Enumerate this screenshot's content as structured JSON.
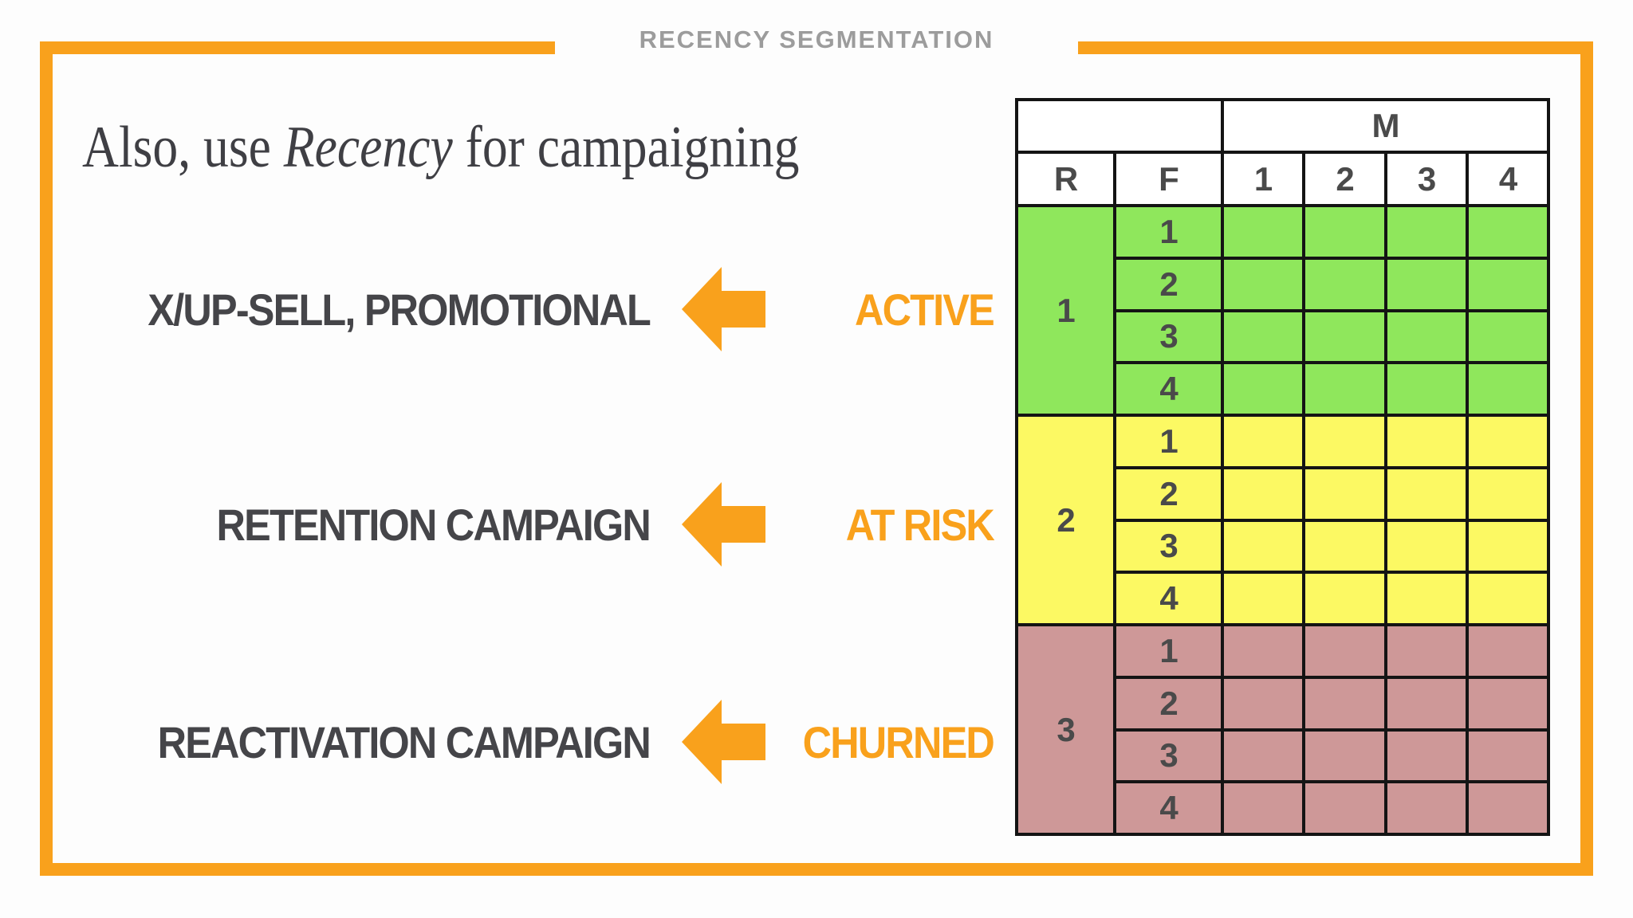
{
  "colors": {
    "orange": "#F9A11C",
    "title_gray": "#9C9C9C",
    "dark_text": "#454549",
    "table_border": "#141414",
    "table_text": "#4A4A4A",
    "green": "#8FE75C",
    "yellow": "#FCF963",
    "rose": "#CE9898",
    "page_bg": "#FDFDFD"
  },
  "header": {
    "title": "RECENCY SEGMENTATION"
  },
  "heading": {
    "pre": "Also, use ",
    "italic": "Recency",
    "post": " for campaigning"
  },
  "campaign_rows": [
    {
      "action": "X/UP-SELL, PROMOTIONAL",
      "segment": "ACTIVE"
    },
    {
      "action": "RETENTION CAMPAIGN",
      "segment": "AT RISK"
    },
    {
      "action": "REACTIVATION CAMPAIGN",
      "segment": "CHURNED"
    }
  ],
  "table": {
    "m_header": "M",
    "col_headers": [
      "R",
      "F",
      "1",
      "2",
      "3",
      "4"
    ],
    "groups": [
      {
        "r": "1",
        "f_values": [
          "1",
          "2",
          "3",
          "4"
        ]
      },
      {
        "r": "2",
        "f_values": [
          "1",
          "2",
          "3",
          "4"
        ]
      },
      {
        "r": "3",
        "f_values": [
          "1",
          "2",
          "3",
          "4"
        ]
      }
    ]
  }
}
